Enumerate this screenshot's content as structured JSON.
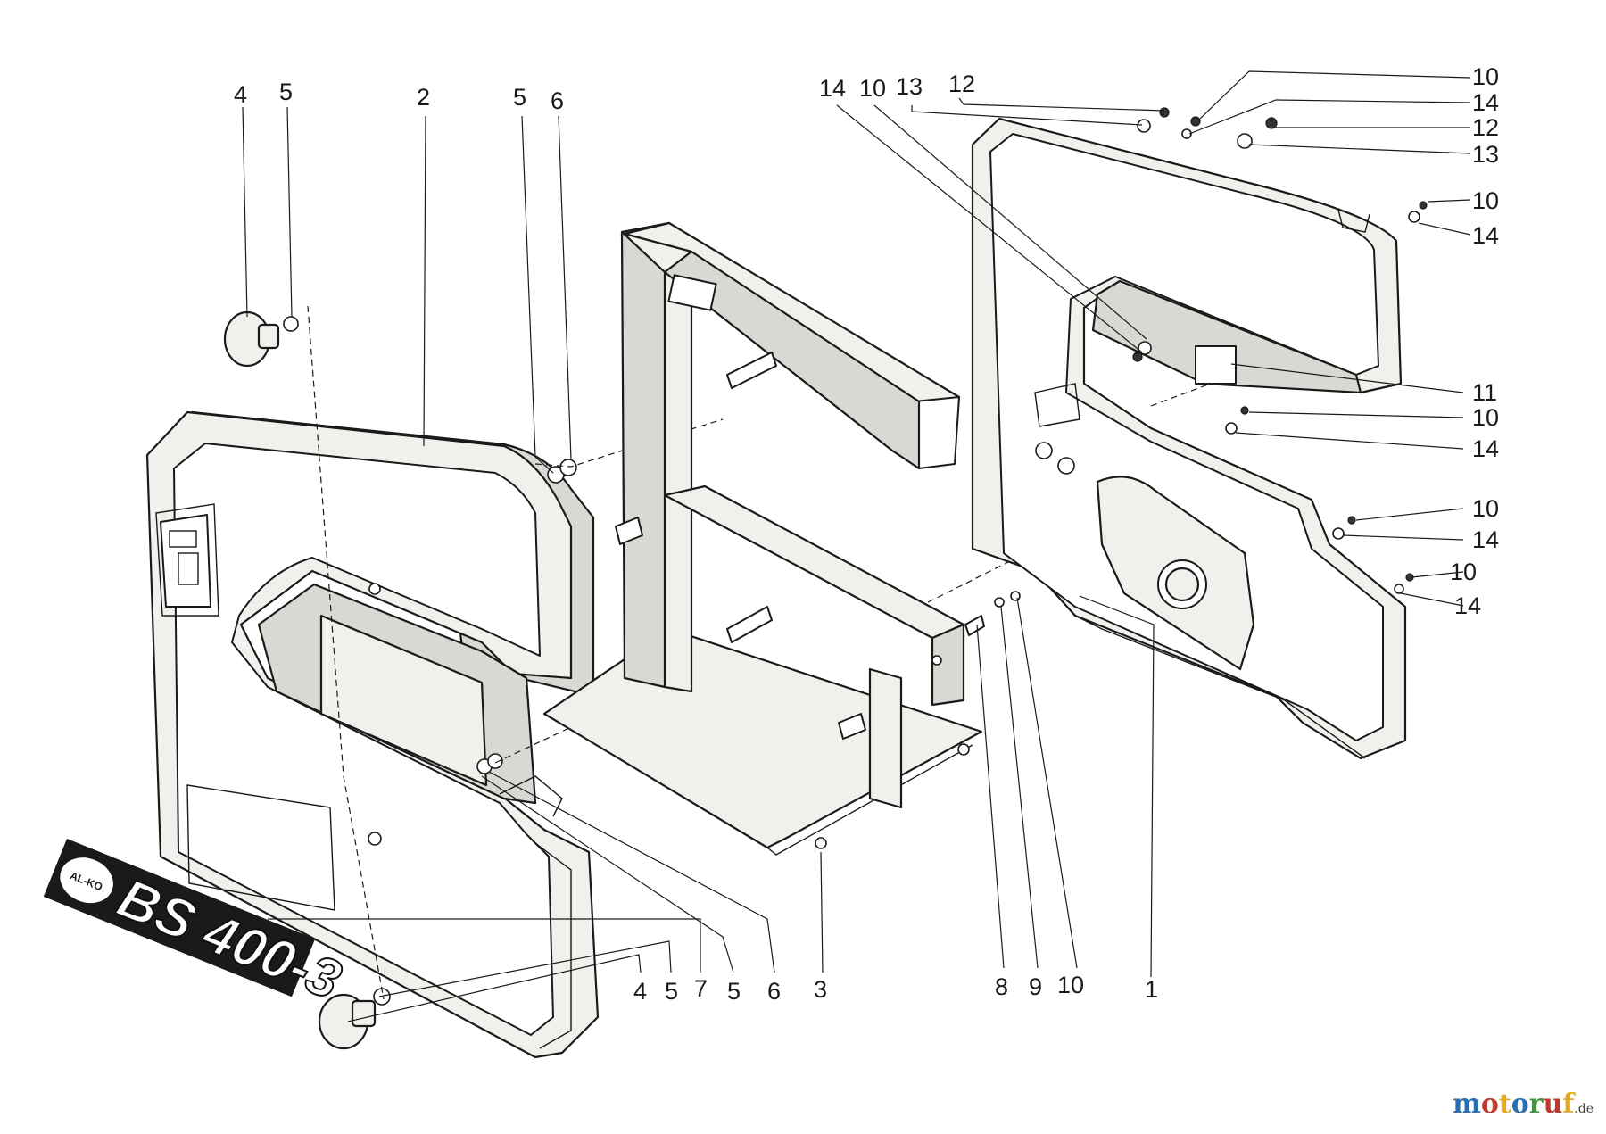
{
  "diagram": {
    "callouts": {
      "left_top_4": "4",
      "left_top_5": "5",
      "left_top_2": "2",
      "mid_top_5": "5",
      "mid_top_6": "6",
      "right_top_14": "14",
      "right_top_10": "10",
      "right_top_13": "13",
      "right_top_12": "12",
      "right_col_10a": "10",
      "right_col_14a": "14",
      "right_col_12": "12",
      "right_col_13": "13",
      "right_col_10b": "10",
      "right_col_14b": "14",
      "right_col_11": "11",
      "right_col_10c": "10",
      "right_col_14c": "14",
      "right_col_10d": "10",
      "right_col_14d": "14",
      "right_col_10e": "10",
      "right_col_14e": "14",
      "bottom_4": "4",
      "bottom_5a": "5",
      "bottom_7": "7",
      "bottom_5b": "5",
      "bottom_6": "6",
      "bottom_3": "3",
      "bottom_8": "8",
      "bottom_9": "9",
      "bottom_10": "10",
      "bottom_1": "1"
    },
    "brand_label": {
      "maker": "AL-KO",
      "model": "BS 400-3"
    }
  },
  "watermark": {
    "name": "motoruf",
    "suffix": ".de",
    "colors": [
      "#2a6fb0",
      "#c0392b",
      "#e6a817",
      "#2a6fb0",
      "#3a9a3a",
      "#c0392b",
      "#e6a817"
    ]
  }
}
